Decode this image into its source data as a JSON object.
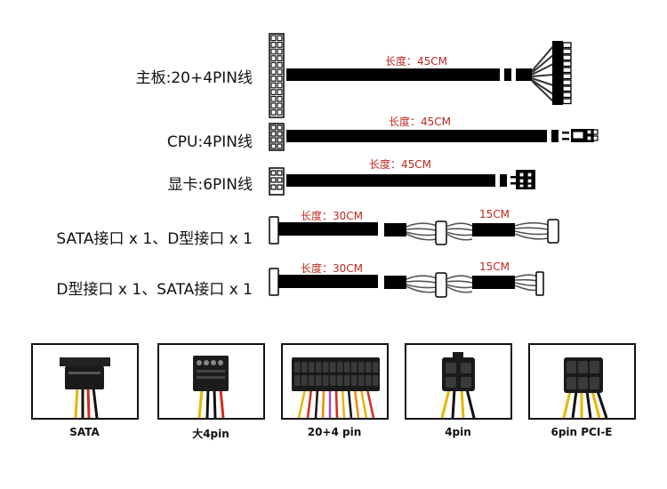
{
  "cables": [
    {
      "label": "主板:20+4PIN线",
      "length": "长度：45CM"
    },
    {
      "label": "CPU:4PIN线",
      "length": "长度：45CM"
    },
    {
      "label": "显卡:6PIN线",
      "length": "长度：45CM"
    },
    {
      "label": "SATA接口 x 1、D型接口 x 1",
      "length": "长度：30CM",
      "length2": "15CM"
    },
    {
      "label": "D型接口 x 1、SATA接口 x 1",
      "length": "长度：30CM",
      "length2": "15CM"
    }
  ],
  "connectors": [
    {
      "caption": "SATA"
    },
    {
      "caption": "大4pin"
    },
    {
      "caption": "20+4 pin"
    },
    {
      "caption": "4pin"
    },
    {
      "caption": "6pin PCI-E"
    }
  ],
  "colors": {
    "length_text": "#c0271e",
    "cable": "#000000"
  }
}
